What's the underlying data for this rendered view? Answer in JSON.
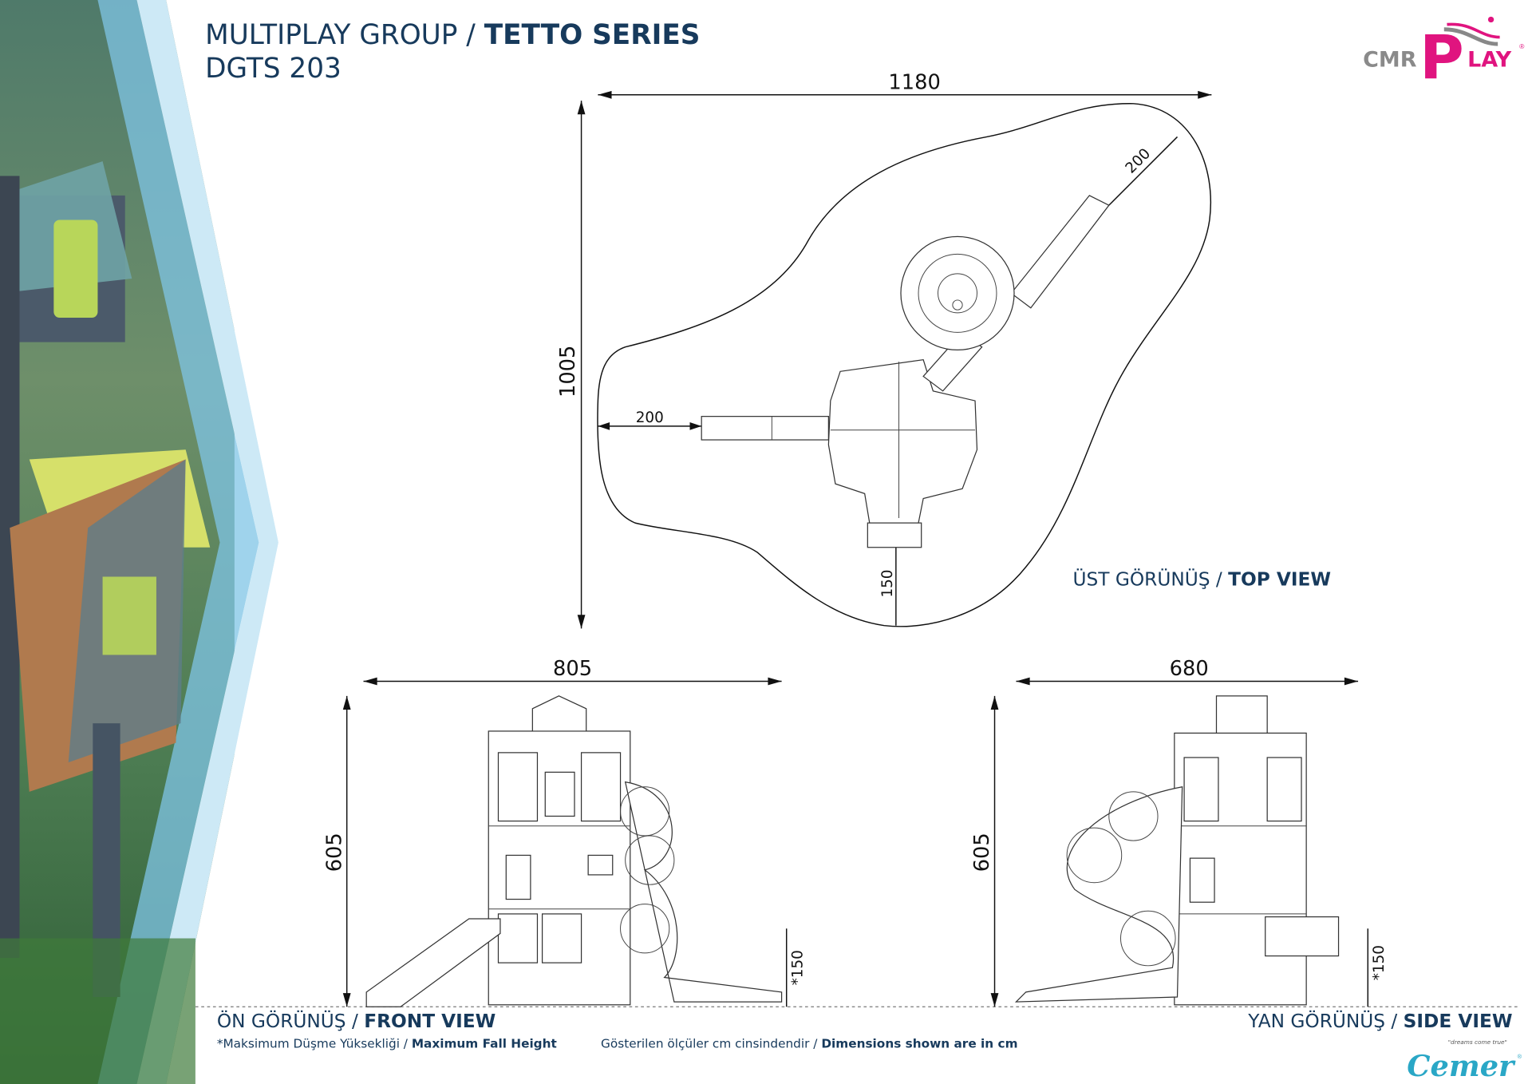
{
  "header": {
    "title_light": "MULTIPLAY GROUP / ",
    "title_bold": "TETTO SERIES",
    "model": "DGTS 203"
  },
  "logo": {
    "part1": "CMR",
    "part2": "P",
    "part3": "LAY",
    "registered": "®"
  },
  "top_view": {
    "label_light": "ÜST GÖRÜNÜŞ / ",
    "label_bold": "TOP VIEW",
    "width_dim": "1180",
    "depth_dim": "1005",
    "clearance_left": "200",
    "clearance_slide": "200",
    "clearance_bottom": "150"
  },
  "front_view": {
    "label_light": "ÖN GÖRÜNÜŞ / ",
    "label_bold": "FRONT VIEW",
    "width_dim": "805",
    "height_dim": "605",
    "fall_height": "*150"
  },
  "side_view": {
    "label_light": "YAN GÖRÜNÜŞ / ",
    "label_bold": "SIDE VIEW",
    "width_dim": "680",
    "height_dim": "605",
    "fall_height": "*150"
  },
  "footer": {
    "note1_light": "*Maksimum Düşme Yüksekliği / ",
    "note1_bold": "Maximum Fall Height",
    "note2_light": "Gösterilen ölçüler cm cinsindendir / ",
    "note2_bold": "Dimensions shown are in cm"
  },
  "brand": {
    "name": "Cemer",
    "tagline": "\"dreams come true\"",
    "registered": "®"
  },
  "colors": {
    "navy": "#173a5c",
    "magenta": "#e0147f",
    "logo_gray": "#8a8a8a",
    "cemer_teal": "#2aa7c6",
    "band_blue": "#a8d8ef"
  }
}
